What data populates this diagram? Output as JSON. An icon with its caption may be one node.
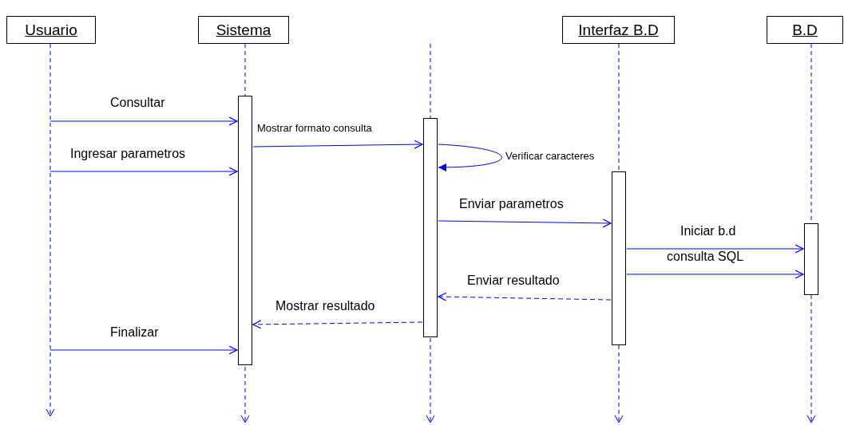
{
  "diagram": {
    "nodes": [
      {
        "text": [
          "Usuario"
        ]
      },
      {
        "text": [
          "Sistema"
        ]
      },
      {
        "text": [
          "Interfaz B.D"
        ]
      },
      {
        "text": [
          "B.D"
        ]
      },
      {
        "text": [],
        "shape": "bar"
      },
      {
        "text": [],
        "shape": "bar"
      },
      {
        "text": [],
        "shape": "bar"
      },
      {
        "text": [],
        "shape": "bar"
      }
    ],
    "edges": [
      {
        "from": null,
        "to": 4,
        "arrow": "to",
        "label": "Consultar"
      },
      {
        "from": 4,
        "to": 5,
        "arrow": "to",
        "label": "Mostrar formato consulta"
      },
      {
        "from": 5,
        "to": 5,
        "arrow": "to",
        "label": "Verificar caracteres"
      },
      {
        "from": null,
        "to": 4,
        "arrow": "to",
        "label": "Ingresar parametros"
      },
      {
        "from": 5,
        "to": 6,
        "arrow": "to",
        "label": "Enviar parametros"
      },
      {
        "from": 6,
        "to": 7,
        "arrow": "to",
        "label": "Iniciar b.d"
      },
      {
        "from": 6,
        "to": 7,
        "arrow": "to",
        "label": "consulta SQL"
      },
      {
        "from": 6,
        "to": 5,
        "arrow": "to",
        "label": "Enviar resultado",
        "style": "dashed"
      },
      {
        "from": 5,
        "to": 4,
        "arrow": "to",
        "label": "Mostrar resultado",
        "style": "dashed"
      },
      {
        "from": null,
        "to": 4,
        "arrow": "to",
        "label": "Finalizar"
      }
    ]
  }
}
